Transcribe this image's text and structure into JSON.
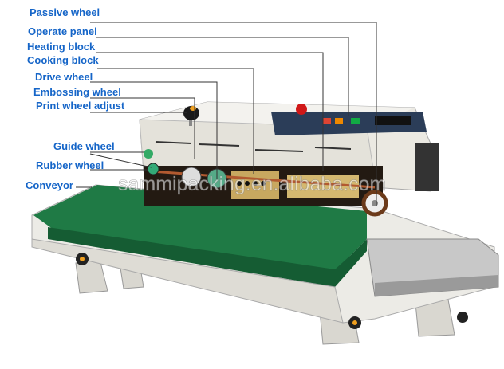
{
  "title": "Continuous band sealer parts diagram",
  "labels": {
    "passive_wheel": "Passive wheel",
    "operate_panel": "Operate panel",
    "heating_block": "Heating block",
    "cooking_block": "Cooking block",
    "drive_wheel": "Drive wheel",
    "embossing_wheel": "Embossing wheel",
    "print_wheel_adjust": "Print wheel adjust",
    "guide_wheel": "Guide wheel",
    "rubber_wheel": "Rubber wheel",
    "conveyor": "Conveyor"
  },
  "watermark": "sammipacking.en.alibaba.com",
  "colors": {
    "label": "#1565c8",
    "conveyor_belt": "#1f7a45",
    "body": "#e8e6df",
    "leader": "#333333"
  }
}
